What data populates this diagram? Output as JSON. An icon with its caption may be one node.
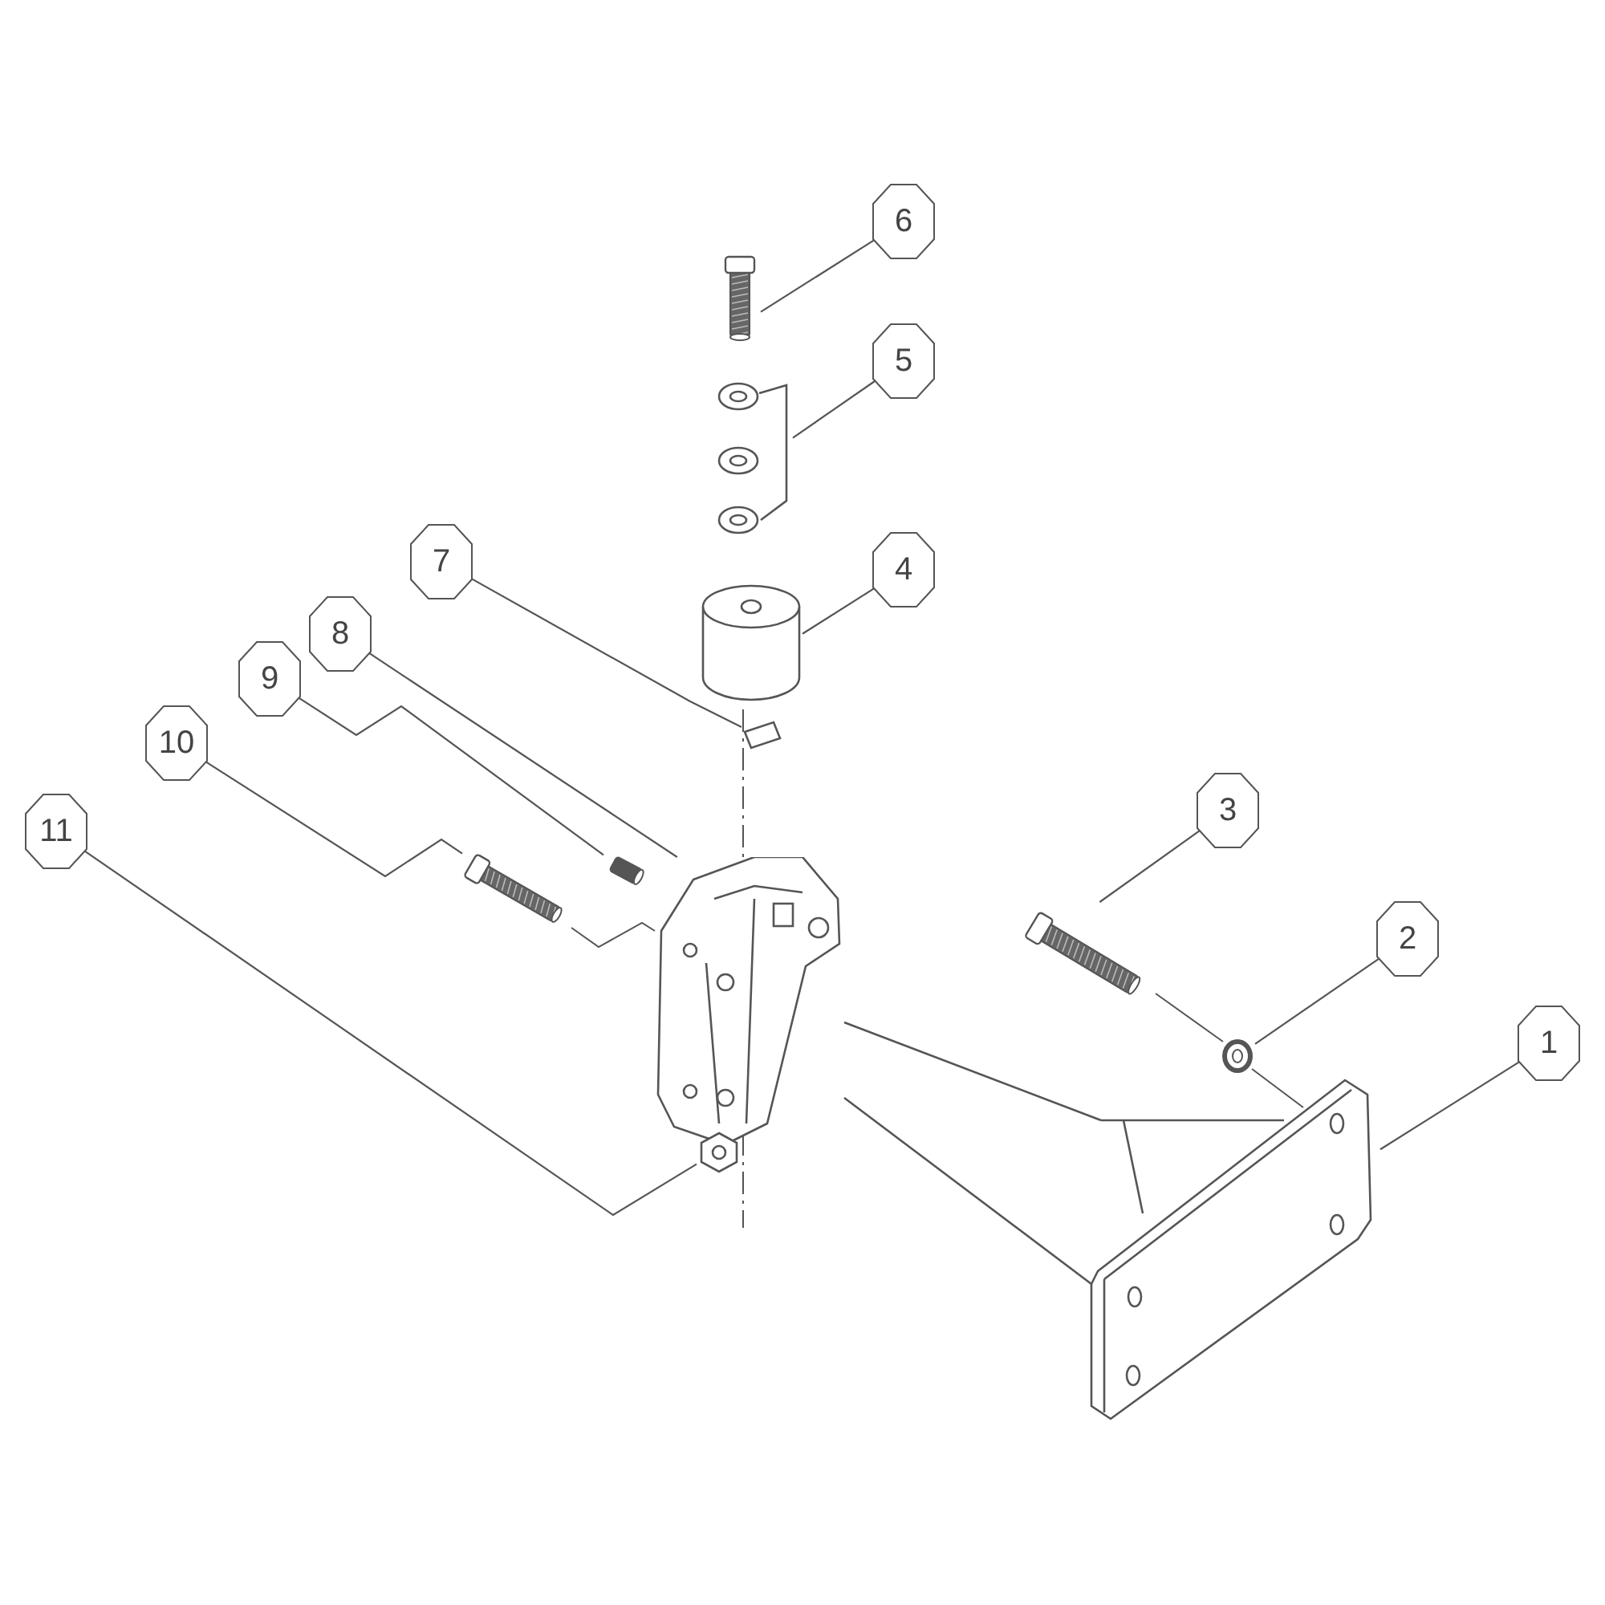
{
  "diagram": {
    "nodes": [
      {
        "text": [
          "1"
        ]
      },
      {
        "text": [
          "2"
        ]
      },
      {
        "text": [
          "3"
        ]
      },
      {
        "text": [
          "4"
        ]
      },
      {
        "text": [
          "5"
        ]
      },
      {
        "text": [
          "6"
        ]
      },
      {
        "text": [
          "7"
        ]
      },
      {
        "text": [
          "8"
        ]
      },
      {
        "text": [
          "9"
        ]
      },
      {
        "text": [
          "10"
        ]
      },
      {
        "text": [
          "11"
        ]
      },
      {
        "text": [],
        "shape": "picture"
      },
      {
        "text": [],
        "shape": "picture"
      },
      {
        "text": [],
        "shape": "picture"
      },
      {
        "text": [],
        "shape": "cylinder"
      },
      {
        "text": [],
        "shape": "picture"
      },
      {
        "text": [],
        "shape": "picture"
      },
      {
        "text": [],
        "shape": "picture"
      },
      {
        "text": [],
        "shape": "picture"
      },
      {
        "text": [],
        "shape": "picture"
      },
      {
        "text": [],
        "shape": "picture"
      },
      {
        "text": [],
        "shape": "picture"
      }
    ],
    "edges": [
      {
        "from": 0,
        "to": 11,
        "arrow": "none"
      },
      {
        "from": 1,
        "to": 12,
        "arrow": "none"
      },
      {
        "from": 2,
        "to": 13,
        "arrow": "none"
      },
      {
        "from": 3,
        "to": 14,
        "arrow": "none"
      },
      {
        "from": 4,
        "to": 15,
        "arrow": "none"
      },
      {
        "from": 5,
        "to": 16,
        "arrow": "none"
      },
      {
        "from": 6,
        "to": 17,
        "arrow": "none"
      },
      {
        "from": 7,
        "to": 18,
        "arrow": "none"
      },
      {
        "from": 8,
        "to": 19,
        "arrow": "none"
      },
      {
        "from": 9,
        "to": 20,
        "arrow": "none"
      },
      {
        "from": 10,
        "to": 21,
        "arrow": "none"
      }
    ]
  }
}
